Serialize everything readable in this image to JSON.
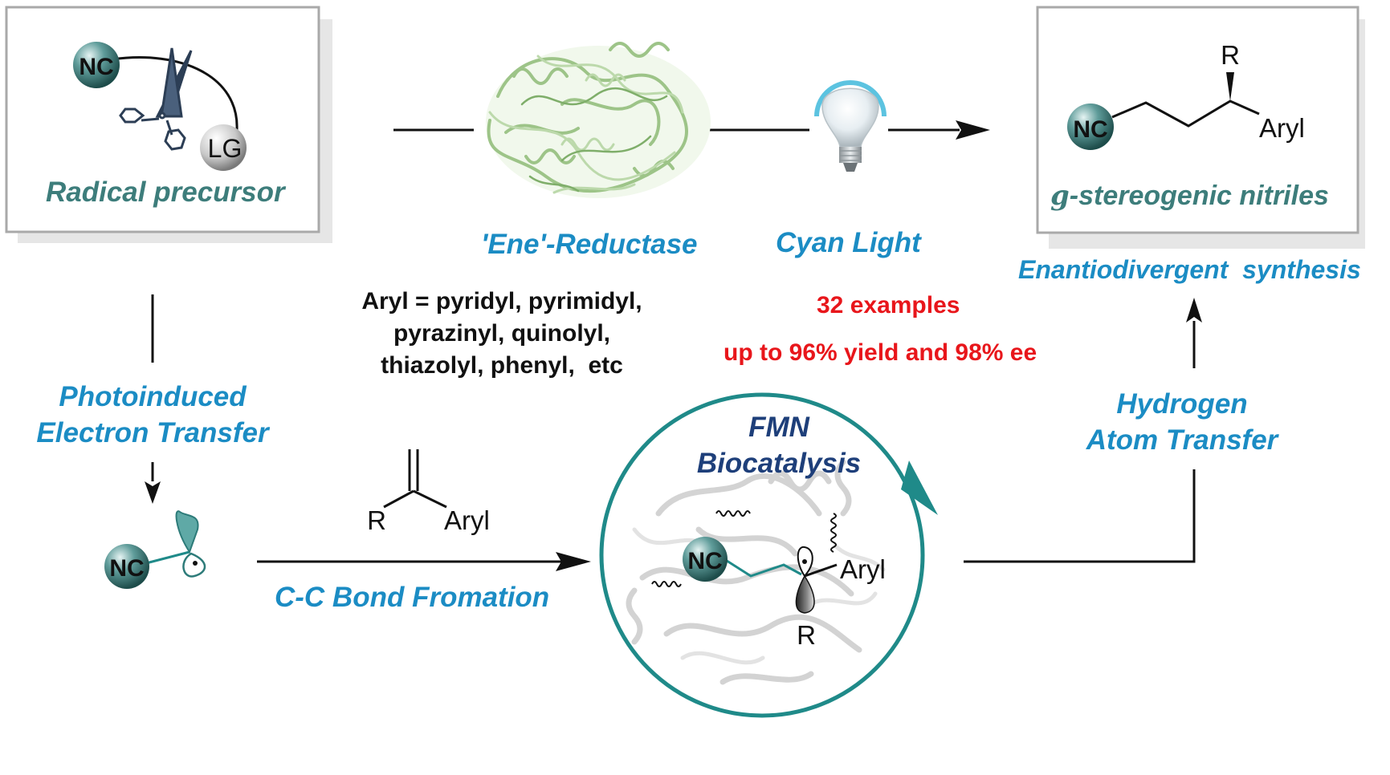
{
  "precursor": {
    "nc": "NC",
    "lg": "LG",
    "caption": "Radical precursor"
  },
  "reagents": {
    "enzyme": "'Ene'-Reductase",
    "light": "Cyan Light"
  },
  "product": {
    "nc": "NC",
    "r": "R",
    "aryl": "Aryl",
    "caption_prefix": "g",
    "caption": "-stereogenic nitriles",
    "subtitle": "Enantiodivergent  synthesis"
  },
  "scope": {
    "line1": "Aryl = pyridyl, pyrimidyl,",
    "line2": "pyrazinyl, quinolyl,",
    "line3": "thiazolyl, phenyl,  etc"
  },
  "results": {
    "examples": "32 examples",
    "yield": "up to 96% yield and 98% ee"
  },
  "steps": {
    "pet_line1": "Photoinduced",
    "pet_line2": "Electron Transfer",
    "hat_line1": "Hydrogen",
    "hat_line2": "Atom Transfer",
    "cc": "C-C Bond Fromation"
  },
  "radical": {
    "nc": "NC"
  },
  "alkene": {
    "r": "R",
    "aryl": "Aryl"
  },
  "fmn": {
    "line1": "FMN",
    "line2": "Biocatalysis",
    "nc": "NC",
    "aryl": "Aryl",
    "r": "R"
  },
  "colors": {
    "teal": "#3d7d7b",
    "blue": "#1b8cc4",
    "navy": "#1e3f7a",
    "red": "#e8161b",
    "ring": "#1f8a89"
  }
}
